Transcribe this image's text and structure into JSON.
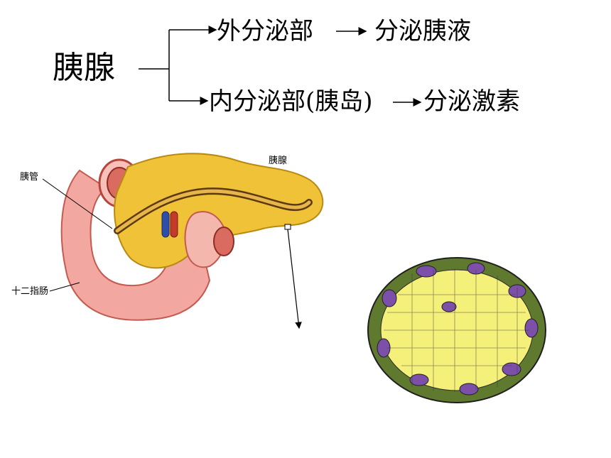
{
  "title": "胰腺",
  "branches": [
    {
      "label": "外分泌部",
      "result": "分泌胰液"
    },
    {
      "label": "内分泌部(胰岛)",
      "result": "分泌激素"
    }
  ],
  "anatomy_labels": {
    "pancreatic_duct": "胰管",
    "pancreas": "胰腺",
    "duodenum": "十二指肠"
  },
  "colors": {
    "pancreas": "#f0c238",
    "intestine": "#f2a7a0",
    "islet_alpha": "#f5f07a",
    "islet_beta": "#9b8a2e",
    "islet_delta": "#7c4fa8"
  }
}
